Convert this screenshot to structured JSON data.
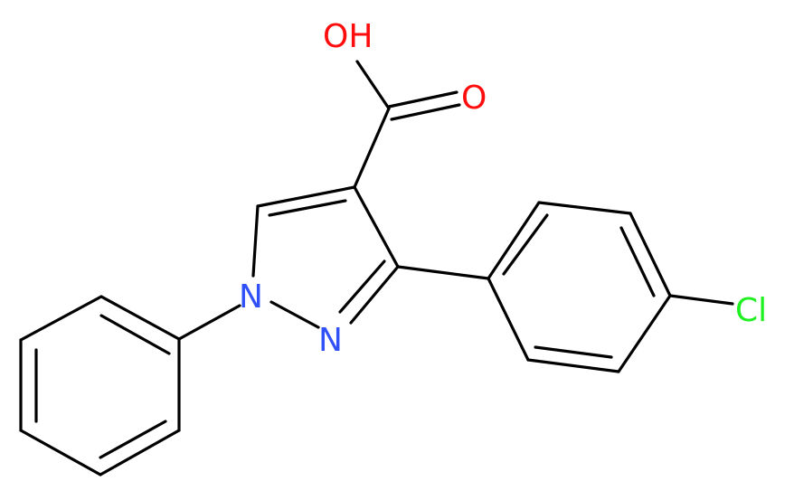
{
  "structure": {
    "atoms": {
      "oh": {
        "text": "OH",
        "color": "#ff0d0d"
      },
      "o_carbonyl": {
        "text": "O",
        "color": "#ff0d0d"
      },
      "n1": {
        "text": "N",
        "color": "#3050f8"
      },
      "n2": {
        "text": "N",
        "color": "#3050f8"
      },
      "cl": {
        "text": "Cl",
        "color": "#1ff01f"
      }
    },
    "bond_color": "#000000",
    "background": "#ffffff"
  }
}
